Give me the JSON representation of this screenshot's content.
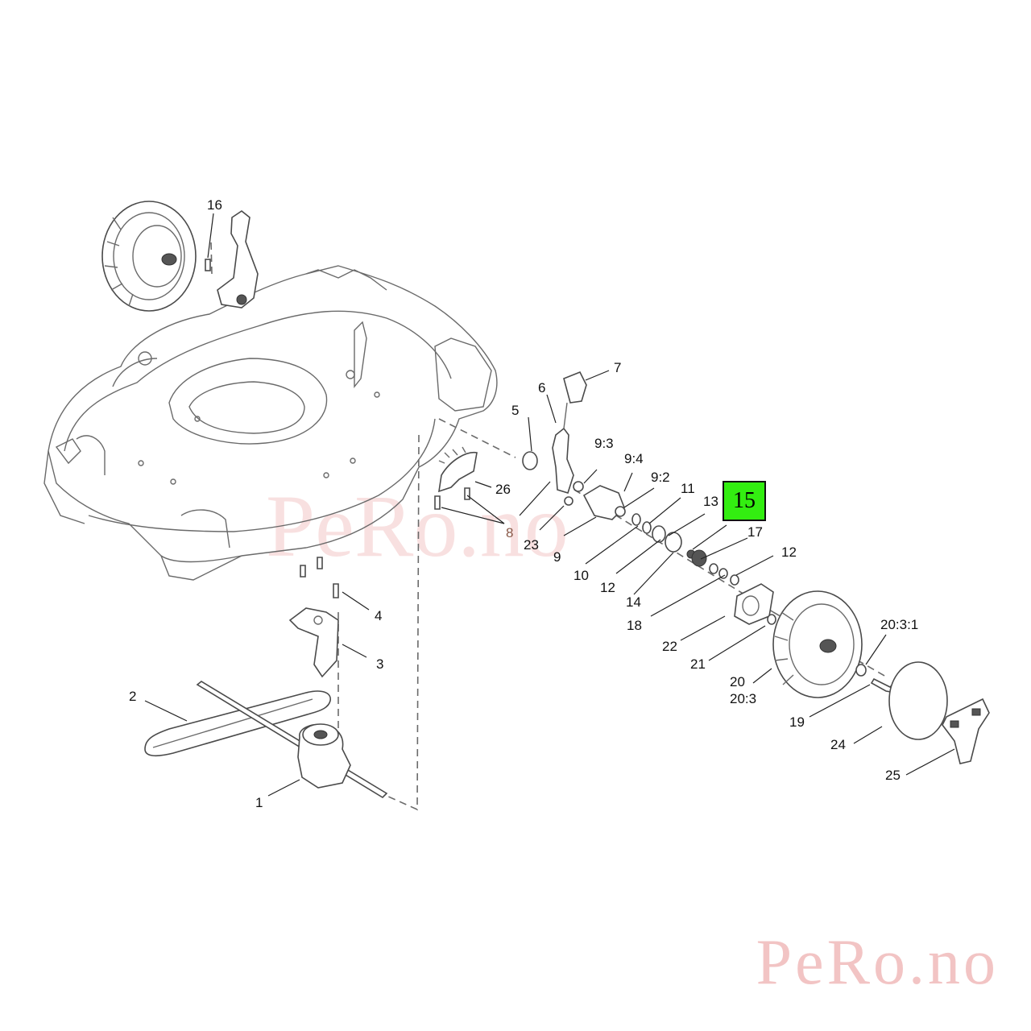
{
  "watermark": {
    "center": "PeRo.no",
    "corner": "PeRo.no"
  },
  "highlighted_part": "15",
  "colors": {
    "highlight": "#33ee11",
    "watermark": "#f2c4c4",
    "brown_label": "#8a5a4a"
  },
  "labels": {
    "p1": "1",
    "p2": "2",
    "p3": "3",
    "p4": "4",
    "p5": "5",
    "p6": "6",
    "p7": "7",
    "p8": "8",
    "p9": "9",
    "p9_2": "9:2",
    "p9_3": "9:3",
    "p9_4": "9:4",
    "p10": "10",
    "p11": "11",
    "p12a": "12",
    "p12b": "12",
    "p13": "13",
    "p14": "14",
    "p16": "16",
    "p17": "17",
    "p18": "18",
    "p19": "19",
    "p20": "20",
    "p20_3": "20:3",
    "p20_3_1": "20:3:1",
    "p21": "21",
    "p22": "22",
    "p23": "23",
    "p24": "24",
    "p25": "25",
    "p26": "26"
  }
}
